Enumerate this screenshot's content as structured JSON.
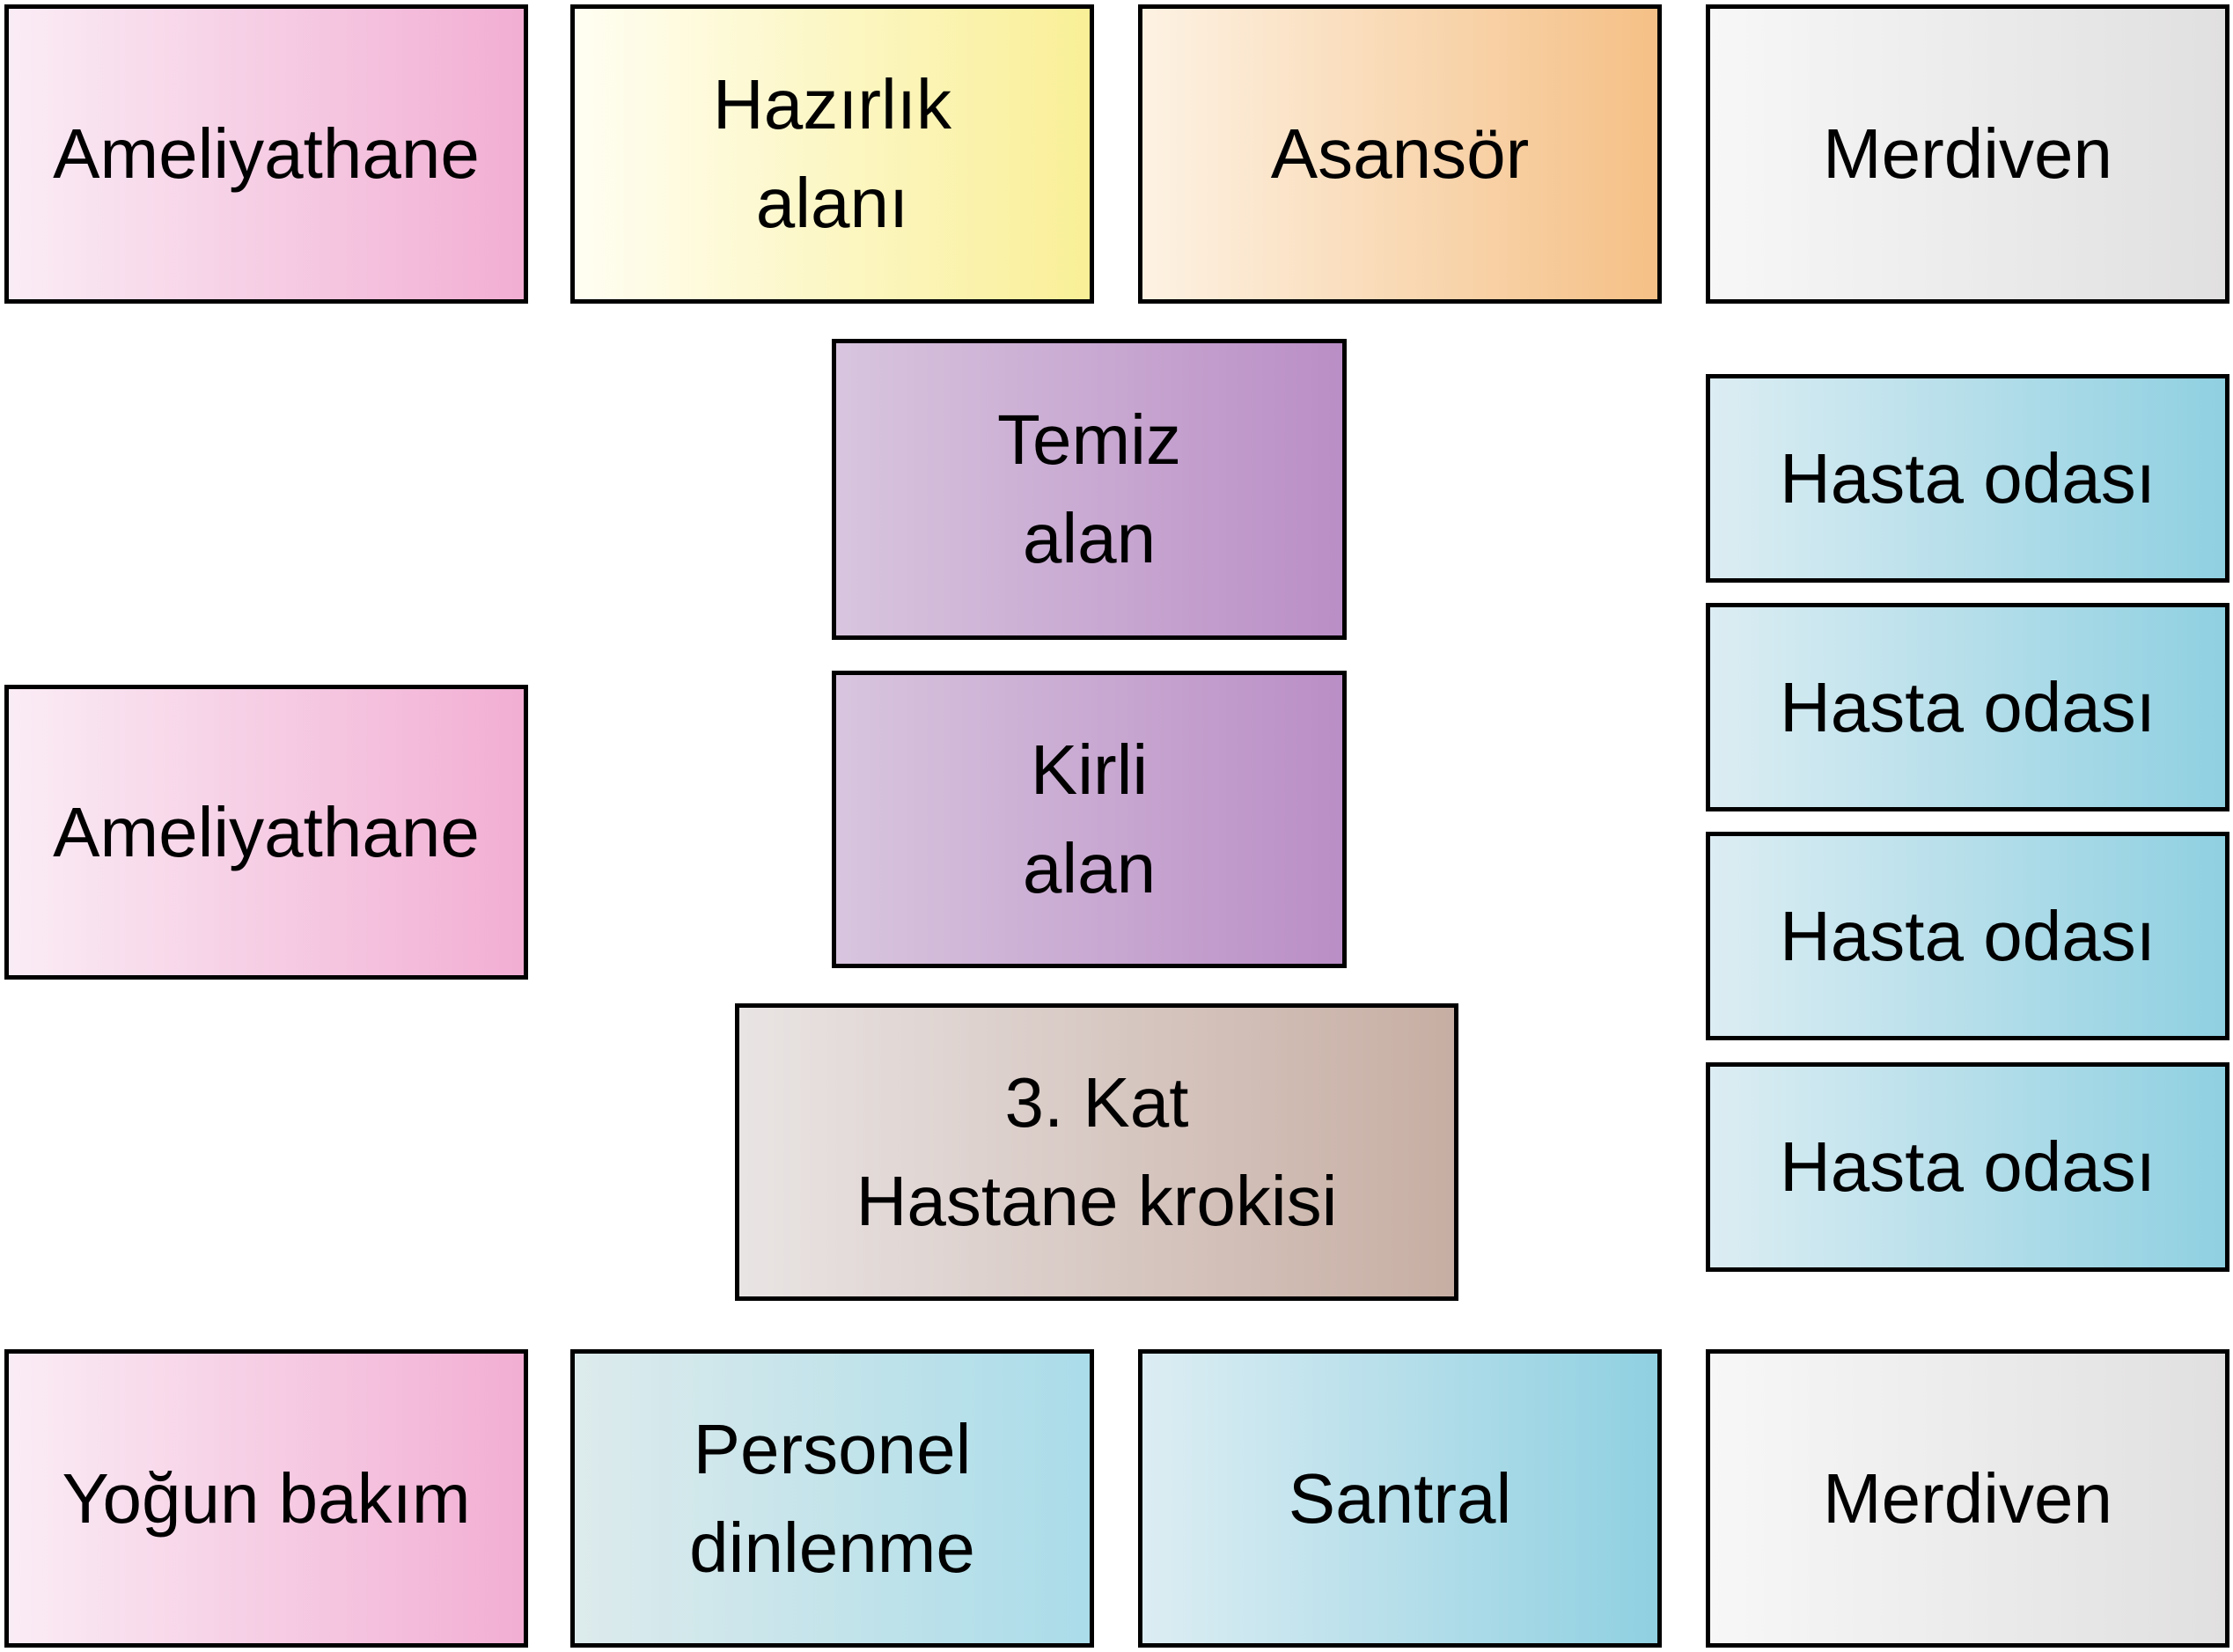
{
  "palette": {
    "pink": {
      "from": "#faecf5",
      "to": "#f2aed3"
    },
    "yellow": {
      "from": "#fffef2",
      "to": "#f9ef97"
    },
    "orange": {
      "from": "#fdf2e3",
      "to": "#f5c086"
    },
    "gray": {
      "from": "#f7f7f7",
      "to": "#e1e0e0"
    },
    "purple": {
      "from": "#d8c5de",
      "to": "#ba8ec6"
    },
    "taupe": {
      "from": "#e9e4e4",
      "to": "#c7aea3"
    },
    "blue": {
      "from": "#dcedf3",
      "to": "#8fd0e1"
    },
    "paleblue": {
      "from": "#ddebec",
      "to": "#aadce9"
    },
    "border": "#000000",
    "text": "#000000",
    "background": "#ffffff"
  },
  "rooms": [
    {
      "label": "Ameliyathane"
    },
    {
      "label": "Hazırlık\nalanı"
    },
    {
      "label": "Asansör"
    },
    {
      "label": "Merdiven"
    },
    {
      "label": "Temiz\nalan"
    },
    {
      "label": "Hasta odası"
    },
    {
      "label": "Ameliyathane"
    },
    {
      "label": "Kirli\nalan"
    },
    {
      "label": "Hasta odası"
    },
    {
      "label": "Hasta odası"
    },
    {
      "label": "3. Kat\nHastane krokisi"
    },
    {
      "label": "Hasta odası"
    },
    {
      "label": "Yoğun bakım"
    },
    {
      "label": "Personel\ndinlenme"
    },
    {
      "label": "Santral"
    },
    {
      "label": "Merdiven"
    }
  ]
}
